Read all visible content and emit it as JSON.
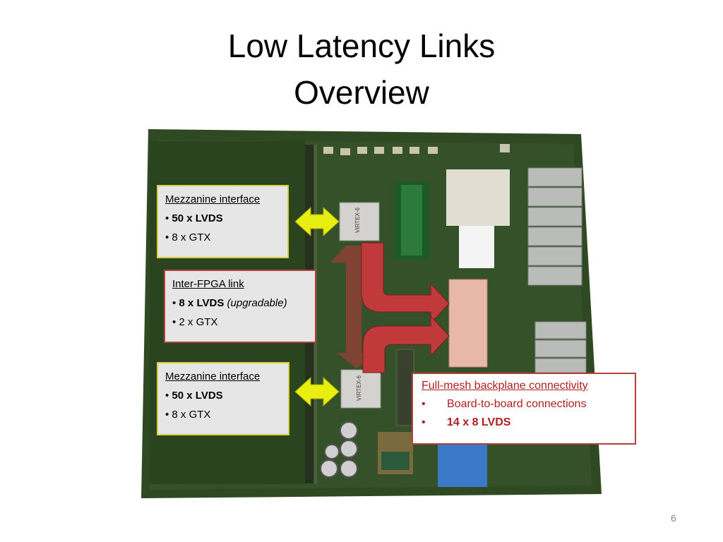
{
  "slide": {
    "title_line1": "Low Latency Links",
    "title_line2": "Overview",
    "page_number": "6"
  },
  "mezzanine_top": {
    "title": "Mezzanine interface",
    "bullet1": "50 x LVDS",
    "bullet2": "8 x GTX"
  },
  "inter_fpga": {
    "title": "Inter-FPGA link",
    "bullet1_bold": "8 x LVDS",
    "bullet1_italic": "(upgradable)",
    "bullet2": "2 x GTX"
  },
  "mezzanine_bottom": {
    "title": "Mezzanine interface",
    "bullet1": "50 x LVDS",
    "bullet2": "8 x GTX"
  },
  "backplane": {
    "title": "Full-mesh backplane connectivity",
    "bullet1": "Board-to-board connections",
    "bullet2": "14 x 8 LVDS"
  },
  "fpga_label": "VIRTEX-6",
  "colors": {
    "pcb": "#2f4a22",
    "arrow_red": "#c0393b",
    "arrow_yellow": "#e8ee10",
    "box_red_border": "#b54040",
    "box_yellow_border": "#d8d040"
  }
}
